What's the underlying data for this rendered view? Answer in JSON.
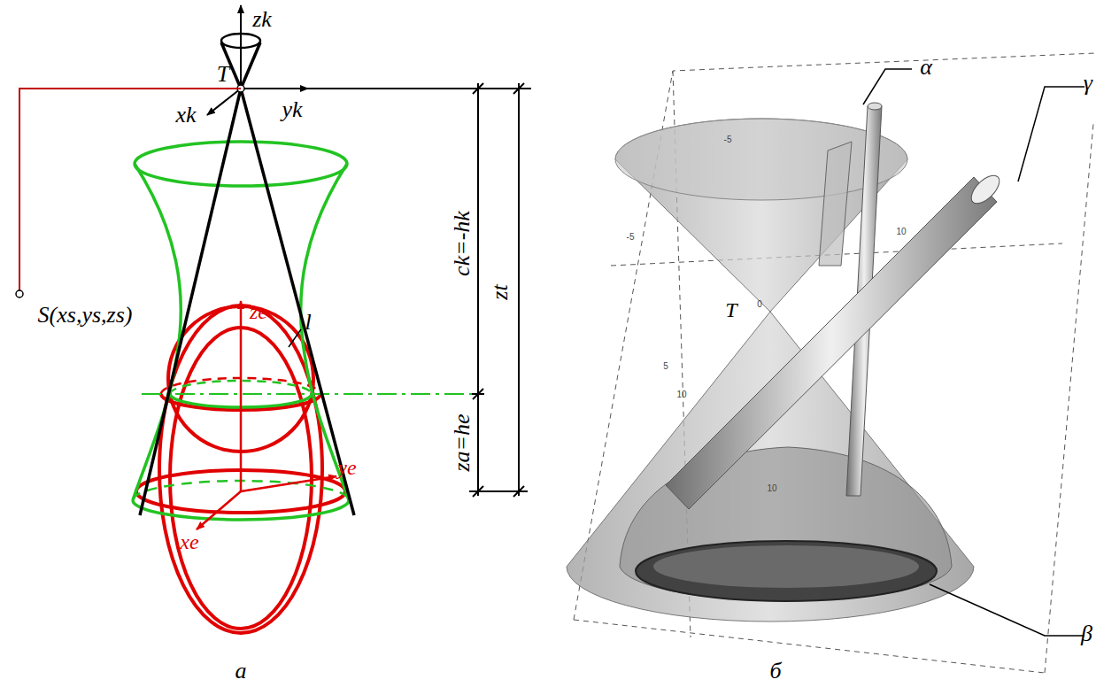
{
  "diagram": {
    "labels": [
      "zk",
      "T",
      "yk",
      "xk",
      "S(xs,ys,zs)",
      "l",
      "ck=-hk",
      "zt",
      "ze",
      "ye",
      "xe",
      "za=he",
      "а",
      "α",
      "γ",
      "T",
      "β",
      "б",
      "-5",
      "-5",
      "0",
      "10",
      "5",
      "10",
      "10"
    ]
  }
}
